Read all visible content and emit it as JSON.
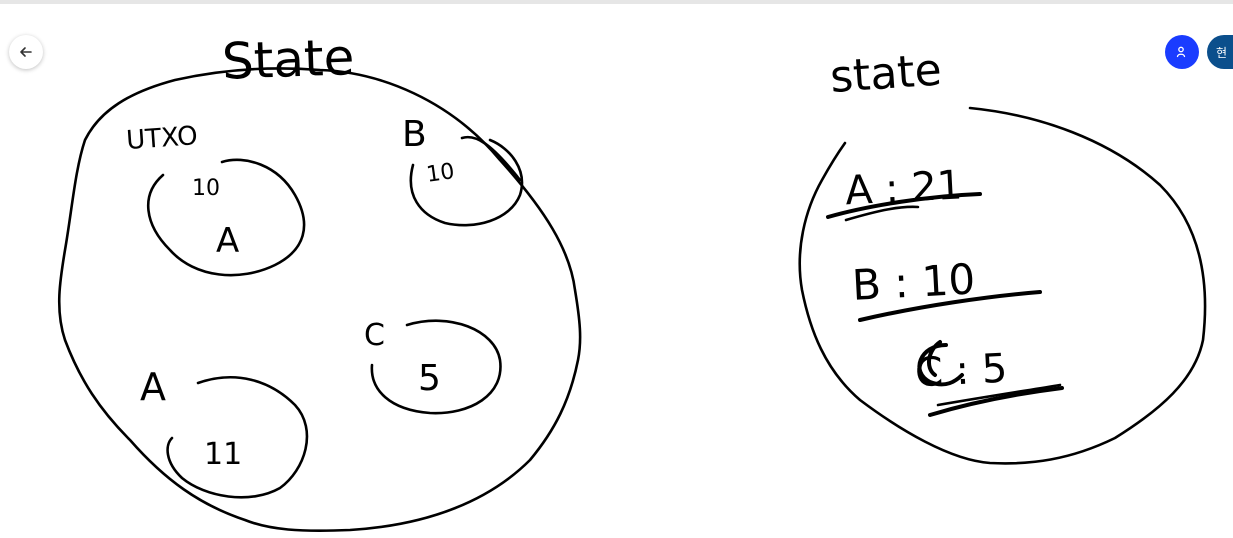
{
  "toolbar": {
    "back_icon": "arrow-left-icon"
  },
  "participants": [
    {
      "icon": "person-icon",
      "color": "#1a3cff"
    },
    {
      "label": "현",
      "color": "#0b4f8c"
    }
  ],
  "whiteboard": {
    "left_diagram": {
      "title": "State",
      "utxo_label": "UTXO",
      "utxo_a": {
        "value": "10",
        "owner": "A"
      },
      "utxo_b": {
        "owner": "B",
        "value": "10"
      },
      "utxo_a2": {
        "owner": "A",
        "value": "11"
      },
      "utxo_c": {
        "owner": "C",
        "value": "5"
      }
    },
    "right_diagram": {
      "title": "state",
      "entries": [
        {
          "text": "A : 21"
        },
        {
          "text": "B : 10"
        },
        {
          "text": "C : 5"
        }
      ]
    }
  }
}
